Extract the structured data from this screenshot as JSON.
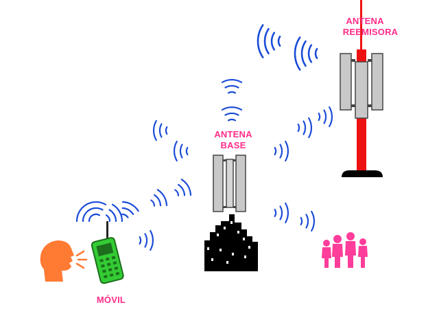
{
  "labels": {
    "mobile": "MÓVIL",
    "base_antenna_line1": "ANTENA",
    "base_antenna_line2": "BASE",
    "relay_antenna_line1": "ANTENA",
    "relay_antenna_line2": "REEMISORA"
  },
  "colors": {
    "label_pink": "#ff2d8a",
    "wave_blue": "#1a4bd8",
    "phone_green": "#33cc33",
    "tower_red": "#ee1111",
    "antenna_gray": "#c8c8c8",
    "head_orange": "#ff7a33",
    "people_pink": "#ff3d9a",
    "city_black": "#000000"
  },
  "icons": [
    "speaking-head-icon",
    "mobile-phone-icon",
    "base-antenna-icon",
    "city-buildings-icon",
    "relay-tower-icon",
    "people-family-icon",
    "radio-waves-icon"
  ]
}
